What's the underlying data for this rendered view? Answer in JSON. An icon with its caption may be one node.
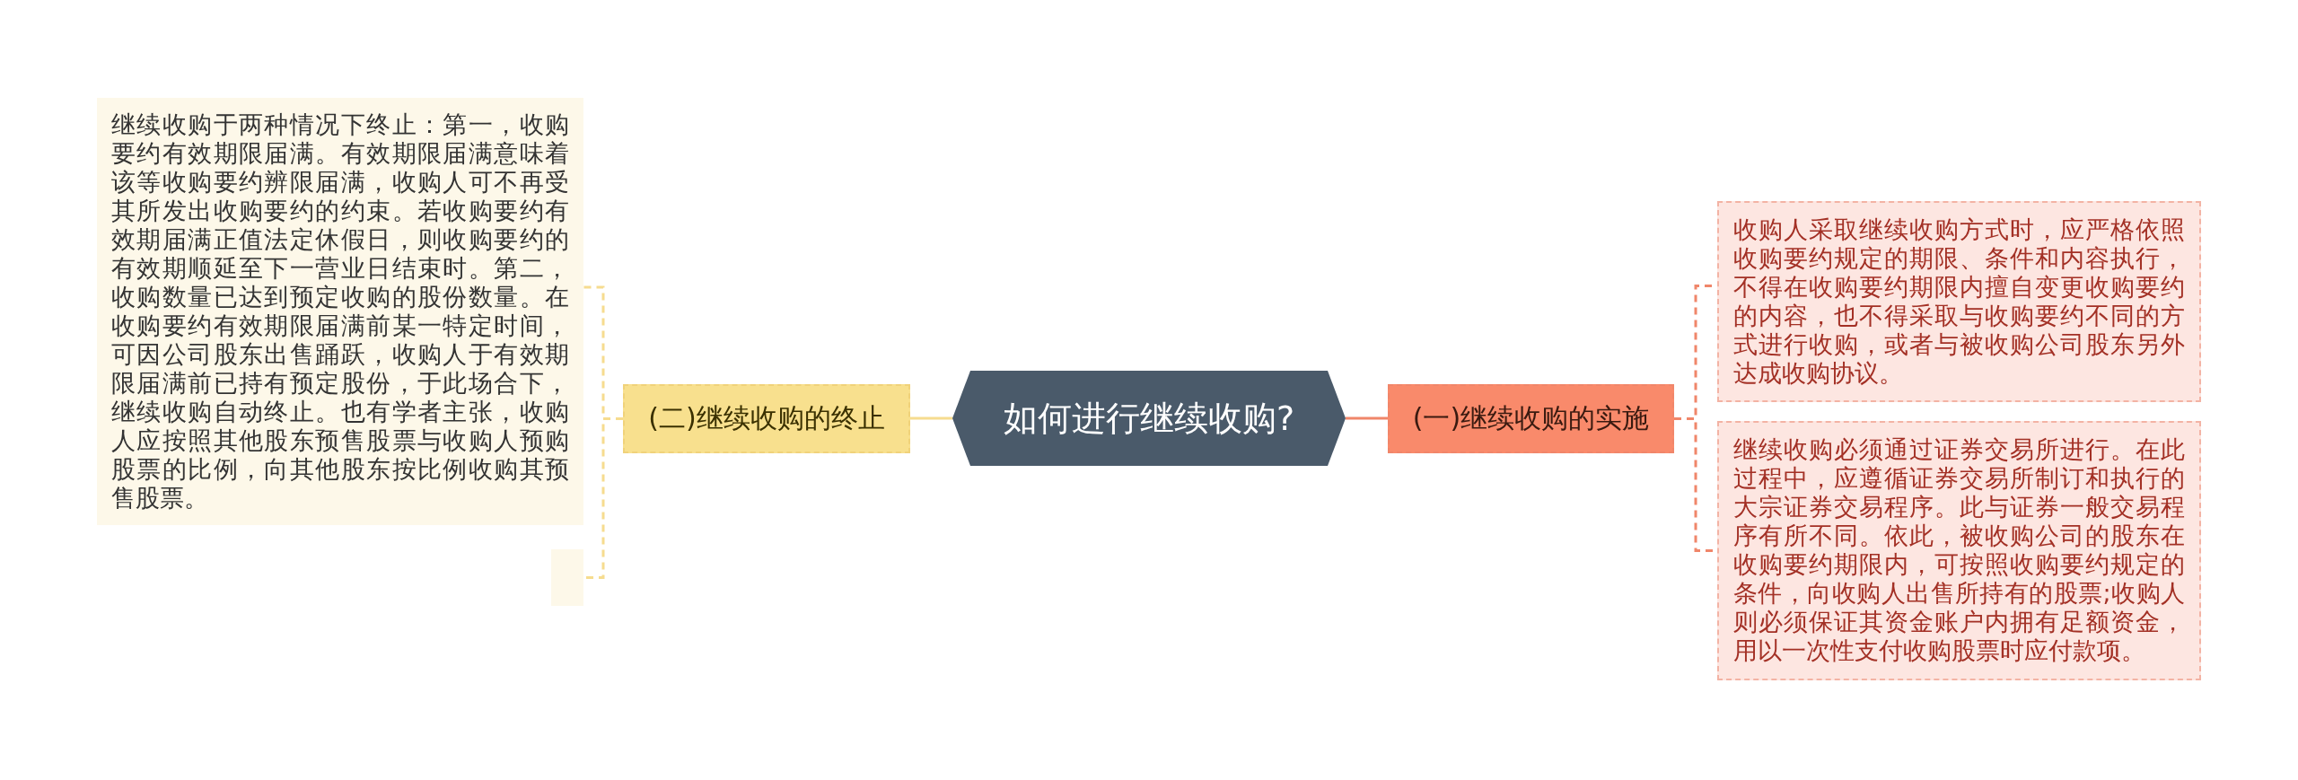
{
  "diagram": {
    "nodes": [
      {
        "text": [
          "如何进行继续收购?"
        ]
      },
      {
        "text": [
          "(一)继续收购的实施"
        ]
      },
      {
        "text": [
          "收购人采取继续收购方式时，应严格依照收购要约规定的期限、条件和内容执行，不得在收购要约期限内擅自变更收购要约的内容，也不得采取与收购要约不同的方式进行收购，或者与被收购公司股东另外达成收购协议。"
        ]
      },
      {
        "text": [
          "继续收购必须通过证券交易所进行。在此过程中，应遵循证券交易所制订和执行的大宗证券交易程序。此与证券一般交易程序有所不同。依此，被收购公司的股东在收购要约期限内，可按照收购要约规定的条件，向收购人出售所持有的股票;收购人则必须保证其资金账户内拥有足额资金，用以一次性支付收购股票时应付款项。"
        ]
      },
      {
        "text": [
          "(二)继续收购的终止"
        ]
      },
      {
        "text": [
          "继续收购于两种情况下终止：第一，收购要约有效期限届满。有效期限届满意味着该等收购要约辨限届满，收购人可不再受其所发出收购要约的约束。若收购要约有效期届满正值法定休假日，则收购要约的有效期顺延至下一营业日结束时。第二，收购数量已达到预定收购的股份数量。在收购要约有效期限届满前某一特定时间，可因公司股东出售踊跃，收购人于有效期限届满前已持有预定股份，于此场合下，继续收购自动终止。也有学者主张，收购人应按照其他股东预售股票与收购人预购股票的比例，向其他股东按比例收购其预售股票。"
        ]
      },
      {
        "text": [],
        "shape": "box"
      }
    ],
    "edges": [
      {
        "from": 0,
        "to": 1,
        "arrow": "none",
        "color": "#f0866a"
      },
      {
        "from": 1,
        "to": 2,
        "arrow": "none",
        "style": "dashed",
        "color": "#f0866a"
      },
      {
        "from": 1,
        "to": 3,
        "arrow": "none",
        "style": "dashed",
        "color": "#f0866a"
      },
      {
        "from": 0,
        "to": 4,
        "arrow": "none",
        "color": "#f6dc8f"
      },
      {
        "from": 4,
        "to": 5,
        "arrow": "none",
        "style": "dashed",
        "color": "#f6dc8f"
      },
      {
        "from": 4,
        "to": 6,
        "arrow": "none",
        "style": "dashed",
        "color": "#f6dc8f"
      }
    ]
  }
}
